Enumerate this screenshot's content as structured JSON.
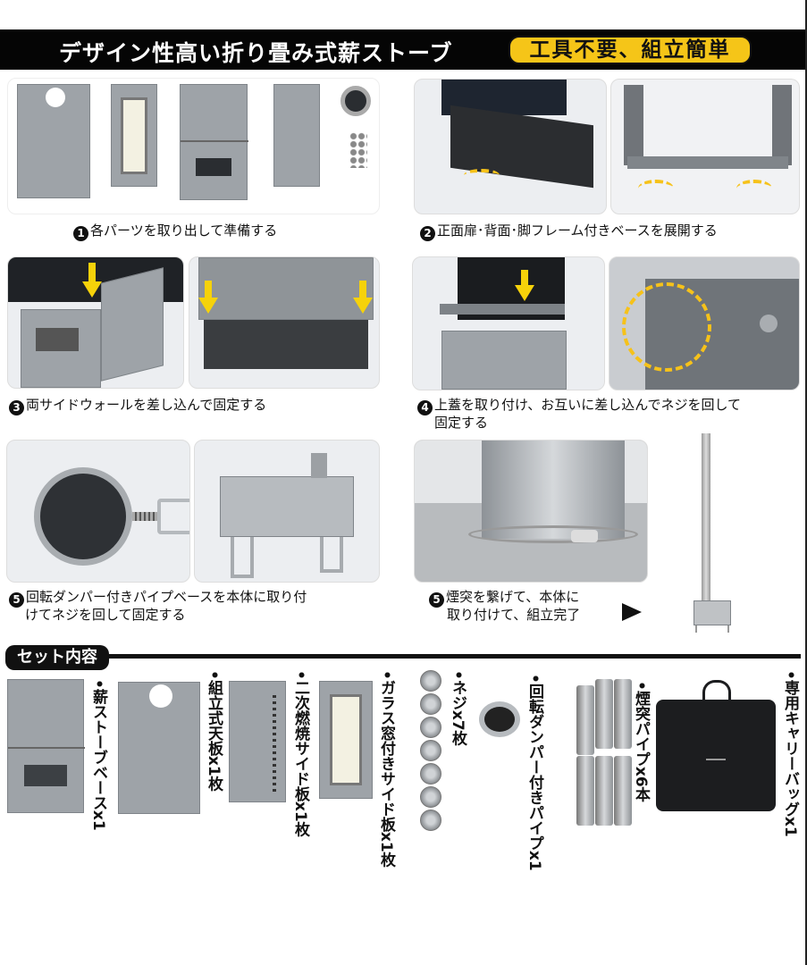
{
  "header": {
    "title": "デザイン性高い折り畳み式薪ストーブ",
    "badge": "工具不要、組立簡単",
    "badge_color": "#f5c518",
    "bar_color": "#050505"
  },
  "steps": [
    {
      "number": "1",
      "caption": "各パーツを取り出して準備する"
    },
    {
      "number": "2",
      "caption": "正面扉･背面･脚フレーム付きベースを展開する"
    },
    {
      "number": "3",
      "caption": "両サイドウォールを差し込んで固定する"
    },
    {
      "number": "4",
      "caption_line1": "上蓋を取り付け、お互いに差し込んでネジを回して",
      "caption_line2": "固定する"
    },
    {
      "number": "5",
      "caption_line1": "回転ダンパー付きパイプベースを本体に取り付",
      "caption_line2": "けてネジを回して固定する"
    },
    {
      "number": "5",
      "caption_line1": "煙突を繋げて、本体に",
      "caption_line2": "取り付けて、組立完了"
    }
  ],
  "contents": {
    "title": "セット内容",
    "items": [
      {
        "label": "•薪ストーブベースx1"
      },
      {
        "label": "•組立式天板x1枚"
      },
      {
        "label": "•二次燃焼サイド板x1枚"
      },
      {
        "label_line1": "•ガラス窓付き",
        "label_line2": "サイド板x1枚"
      },
      {
        "label": "•ネジx7枚"
      },
      {
        "label_line1": "•回転ダンパー付",
        "label_line2": "きパイプx1"
      },
      {
        "label": "•煙突パイプx6本"
      },
      {
        "label": "•専用キャリーバッグx1"
      }
    ]
  },
  "icons": {
    "arrow_right": "arrow-right-icon",
    "step_number": "numbered-circle-icon"
  }
}
